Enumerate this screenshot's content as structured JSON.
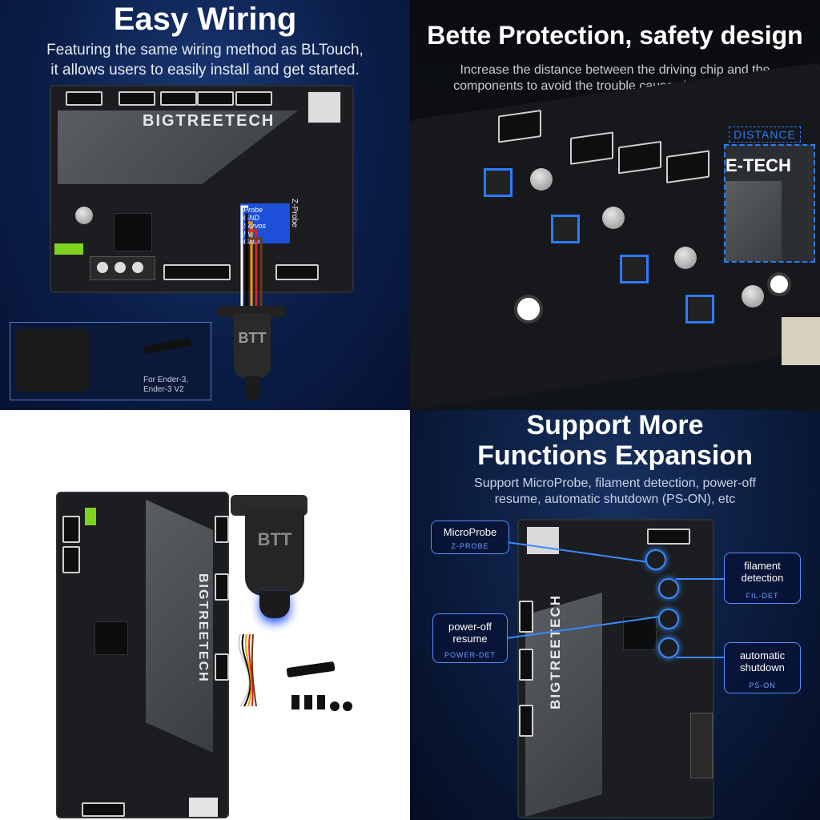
{
  "panel1": {
    "title": "Easy Wiring",
    "subtitle_line1": "Featuring the same wiring method as BLTouch,",
    "subtitle_line2": "it allows users to easily install and get started.",
    "brand": "BIGTREETECH",
    "pins": [
      "Probe",
      "GND",
      "Servos",
      "5V",
      "GND"
    ],
    "port_label": "Z-Probe",
    "inset_text_line1": "For Ender-3,",
    "inset_text_line2": "Ender-3 V2",
    "probe_text": "BTT",
    "wire_colors": [
      "#ffffff",
      "#000000",
      "#f5a000",
      "#e02020",
      "#6b3b1a"
    ]
  },
  "panel2": {
    "title": "Bette Protection, safety design",
    "subtitle_line1": "Increase the distance between the driving chip and the",
    "subtitle_line2": "components to avoid the trouble causes by the heat sink.",
    "distance_label": "DISTANCE",
    "brand_fragment": "E-TECH"
  },
  "panel3": {
    "brand": "BIGTREETECH",
    "probe_text": "BTT"
  },
  "panel4": {
    "title_line1": "Support More",
    "title_line2": "Functions Expansion",
    "subtitle_line1": "Support MicroProbe, filament detection, power-off",
    "subtitle_line2": "resume, automatic shutdown (PS-ON), etc",
    "brand": "BIGTREETECH",
    "callouts": [
      {
        "main": "MicroProbe",
        "tag": "Z-PROBE"
      },
      {
        "main": "filament detection",
        "tag": "FIL-DET"
      },
      {
        "main": "power-off resume",
        "tag": "POWER-DET"
      },
      {
        "main": "automatic shutdown",
        "tag": "PS-ON"
      }
    ],
    "accent": "#3a8bff"
  }
}
